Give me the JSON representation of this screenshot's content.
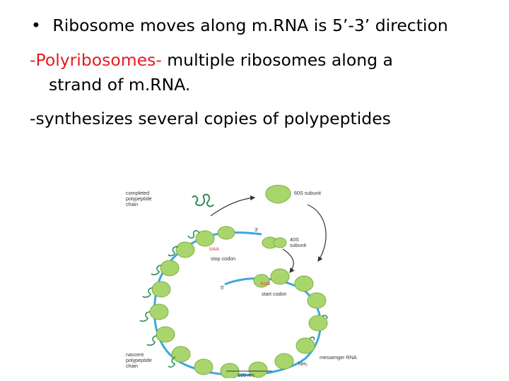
{
  "slide": {
    "line1": {
      "bullet": "•",
      "text": "Ribosome moves along m.RNA is 5’-3’ direction"
    },
    "line2": {
      "highlight": "-Polyribosomes-",
      "rest": " multiple ribosomes along a"
    },
    "line3": {
      "text": "strand of m.RNA."
    },
    "line4": {
      "text": "-synthesizes several copies of polypeptides"
    }
  },
  "colors": {
    "highlight": "#e8191d",
    "ribosome": "#a9d66c",
    "mrna": "#3aa8dd",
    "codon": "#e2554a"
  },
  "figure": {
    "labels": {
      "completed_chain": [
        "completed",
        "polypeptide",
        "chain"
      ],
      "subunit_60s": "60S subunit",
      "subunit_40s": [
        "40S",
        "subunit"
      ],
      "end_3": "3'",
      "end_5": "5'",
      "stop_codon": "stop codon",
      "start_codon": "start codon",
      "uaa": "UAA",
      "aug": "AUG",
      "nascent_chain": [
        "nascent",
        "polypeptide",
        "chain"
      ],
      "messenger_rna": "messenger RNA",
      "nh2": "NH₂",
      "scale_bar": "100 nm"
    }
  }
}
